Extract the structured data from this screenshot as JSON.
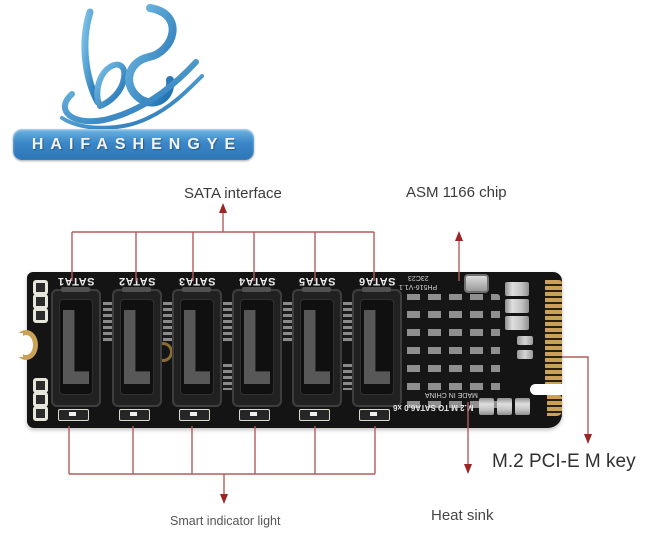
{
  "logo": {
    "brand": "HAIFASHENGYE"
  },
  "annotations": {
    "sata_interface": "SATA interface",
    "asm_chip": "ASM 1166 chip",
    "m2_key": "M.2 PCI-E M key",
    "heat_sink": "Heat sink",
    "smart_light": "Smart indicator light"
  },
  "board": {
    "ports": [
      "SATA1",
      "SATA2",
      "SATA3",
      "SATA4",
      "SATA5",
      "SATA6"
    ],
    "silkscreen": {
      "date_code": "23C23",
      "model": "PH516-V1.1",
      "made_in": "MADE IN CHINA",
      "product": "M.2 M TO SATA6.0 x6"
    }
  },
  "colors": {
    "annotation_line": "#b35b5b",
    "arrowhead": "#9c2424",
    "logo_blue": "#2d76b6",
    "board_black": "#141414",
    "gold": "#c9a258"
  }
}
